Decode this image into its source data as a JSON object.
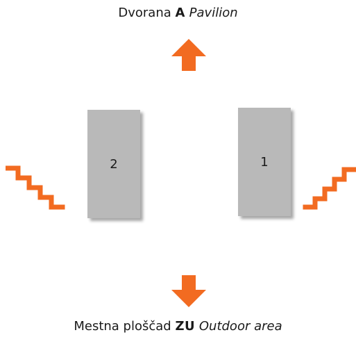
{
  "top_label": {
    "local": "Dvorana",
    "code": "A",
    "english": "Pavilion"
  },
  "bottom_label": {
    "local": "Mestna ploščad",
    "code": "ZU",
    "english": "Outdoor area"
  },
  "entrances": [
    {
      "label": "2"
    },
    {
      "label": "1"
    }
  ],
  "icons": {
    "up": "arrow-up-icon",
    "down": "arrow-down-icon",
    "stairs_left": "stairs-down-right-icon",
    "stairs_right": "stairs-up-right-icon"
  },
  "colors": {
    "accent": "#f26b21",
    "block": "#b9b9b9",
    "text": "#1a1a1a"
  }
}
